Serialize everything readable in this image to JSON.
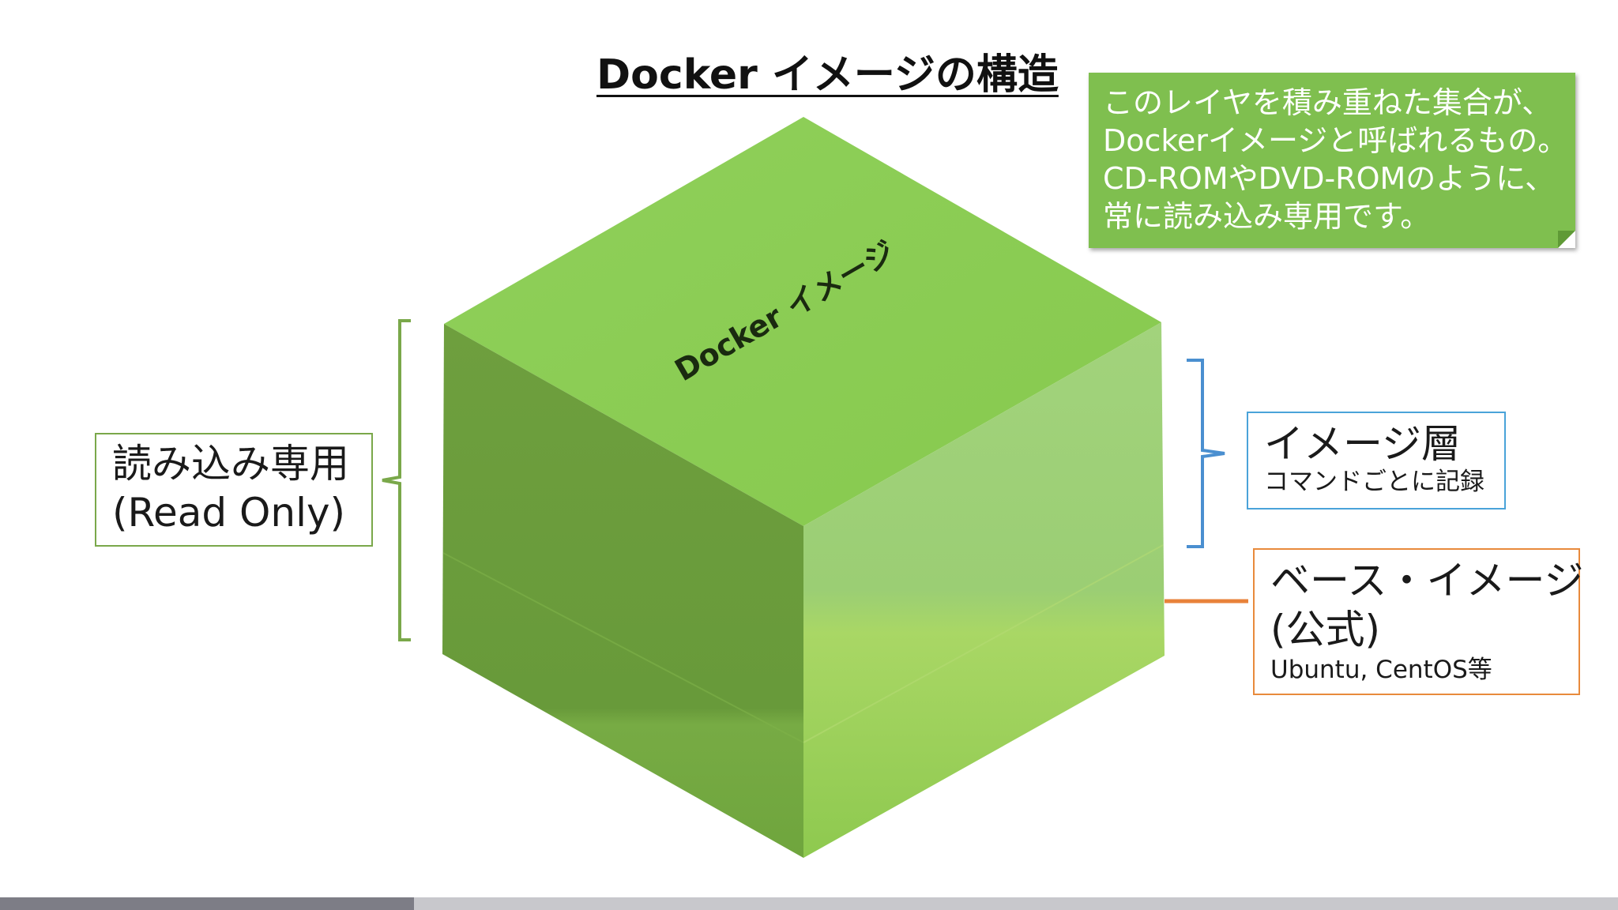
{
  "title": "Docker イメージの構造",
  "note": {
    "lines": [
      "このレイヤを積み重ねた集合が、",
      "Dockerイメージと呼ばれるもの。",
      "CD-ROMやDVD-ROMのように、",
      "常に読み込み専用です。"
    ]
  },
  "cube": {
    "top_label": "Docker イメージ",
    "color": "#7cc84a"
  },
  "readonly_box": {
    "line1": "読み込み専用",
    "line2": "(Read Only)",
    "border_color": "#7aa84a"
  },
  "layer_box": {
    "title": "イメージ層",
    "subtitle": "コマンドごとに記録",
    "border_color": "#4aa3d9"
  },
  "base_box": {
    "title": "ベース・イメージ",
    "title2": "(公式)",
    "subtitle": "Ubuntu, CentOS等",
    "border_color": "#e88a3c"
  },
  "progress": {
    "fraction": 0.256
  }
}
